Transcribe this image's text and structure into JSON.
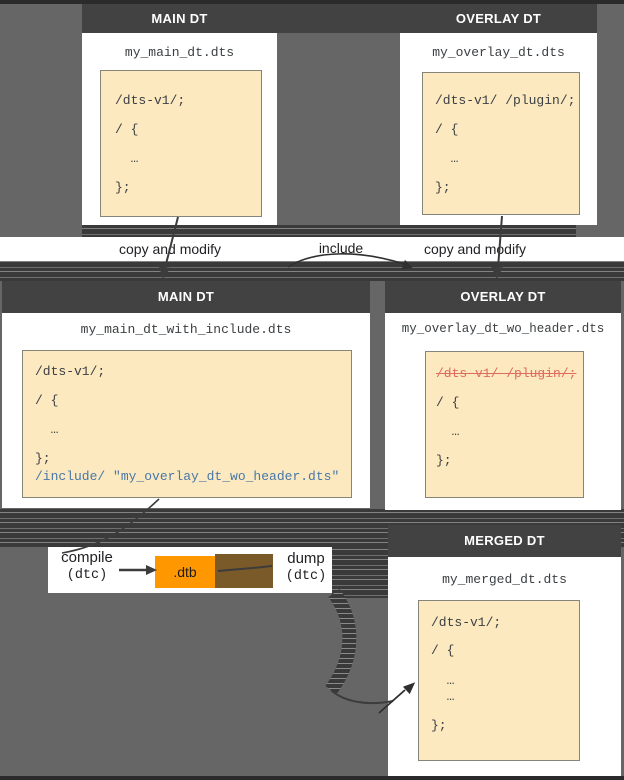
{
  "colors": {
    "background": "#666666",
    "header_bg": "#424242",
    "code_bg": "#FCE9C0",
    "accent_orange": "#FF9800",
    "brown": "#7A5A28",
    "include_blue": "#4878A8",
    "strike_red": "#E06C5F"
  },
  "top_left_box": {
    "header": "MAIN DT",
    "filename": "my_main_dt.dts",
    "code": [
      "/dts-v1/;",
      "/ {",
      "  …",
      "};"
    ]
  },
  "top_right_box": {
    "header": "OVERLAY DT",
    "filename": "my_overlay_dt.dts",
    "code": [
      "/dts-v1/ /plugin/;",
      "/ {",
      "  …",
      "};"
    ]
  },
  "mid_left_box": {
    "header": "MAIN DT",
    "filename": "my_main_dt_with_include.dts",
    "code": [
      "/dts-v1/;",
      "/ {",
      "  …",
      "};",
      "/include/ \"my_overlay_dt_wo_header.dts\""
    ]
  },
  "mid_right_box": {
    "header": "OVERLAY DT",
    "filename": "my_overlay_dt_wo_header.dts",
    "code": [
      "/dts-v1/ /plugin/;",
      "/ {",
      "  …",
      "};"
    ]
  },
  "merged_box": {
    "header": "MERGED DT",
    "filename": "my_merged_dt.dts",
    "code": [
      "/dts-v1/;",
      "/ {",
      "  …",
      "  …",
      "};"
    ]
  },
  "labels": {
    "copy_left": "copy and modify",
    "include": "include",
    "copy_right": "copy and modify",
    "compile": "compile",
    "compile_tool": "(dtc)",
    "dump": "dump",
    "dump_tool": "(dtc)",
    "dtb": ".dtb"
  }
}
